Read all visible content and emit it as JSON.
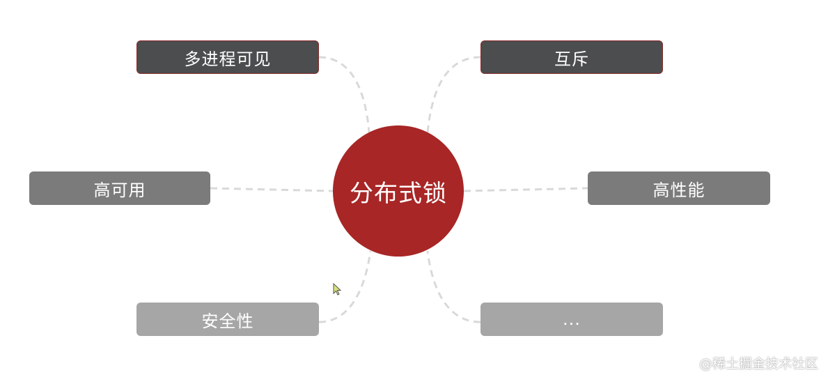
{
  "center": {
    "label": "分布式锁"
  },
  "nodes": [
    {
      "id": "multi-process-visible",
      "label": "多进程可见",
      "tone": "dark"
    },
    {
      "id": "mutual-exclusion",
      "label": "互斥",
      "tone": "dark"
    },
    {
      "id": "high-availability",
      "label": "高可用",
      "tone": "mid"
    },
    {
      "id": "high-performance",
      "label": "高性能",
      "tone": "mid"
    },
    {
      "id": "security",
      "label": "安全性",
      "tone": "light"
    },
    {
      "id": "more",
      "label": "...",
      "tone": "light"
    }
  ],
  "watermark": "@稀土掘金技术社区",
  "colors": {
    "center": "#a82626",
    "dark": "#4b4d4e",
    "mid": "#7b7b7b",
    "light": "#a6a6a6",
    "connector": "#d9d9d9"
  }
}
